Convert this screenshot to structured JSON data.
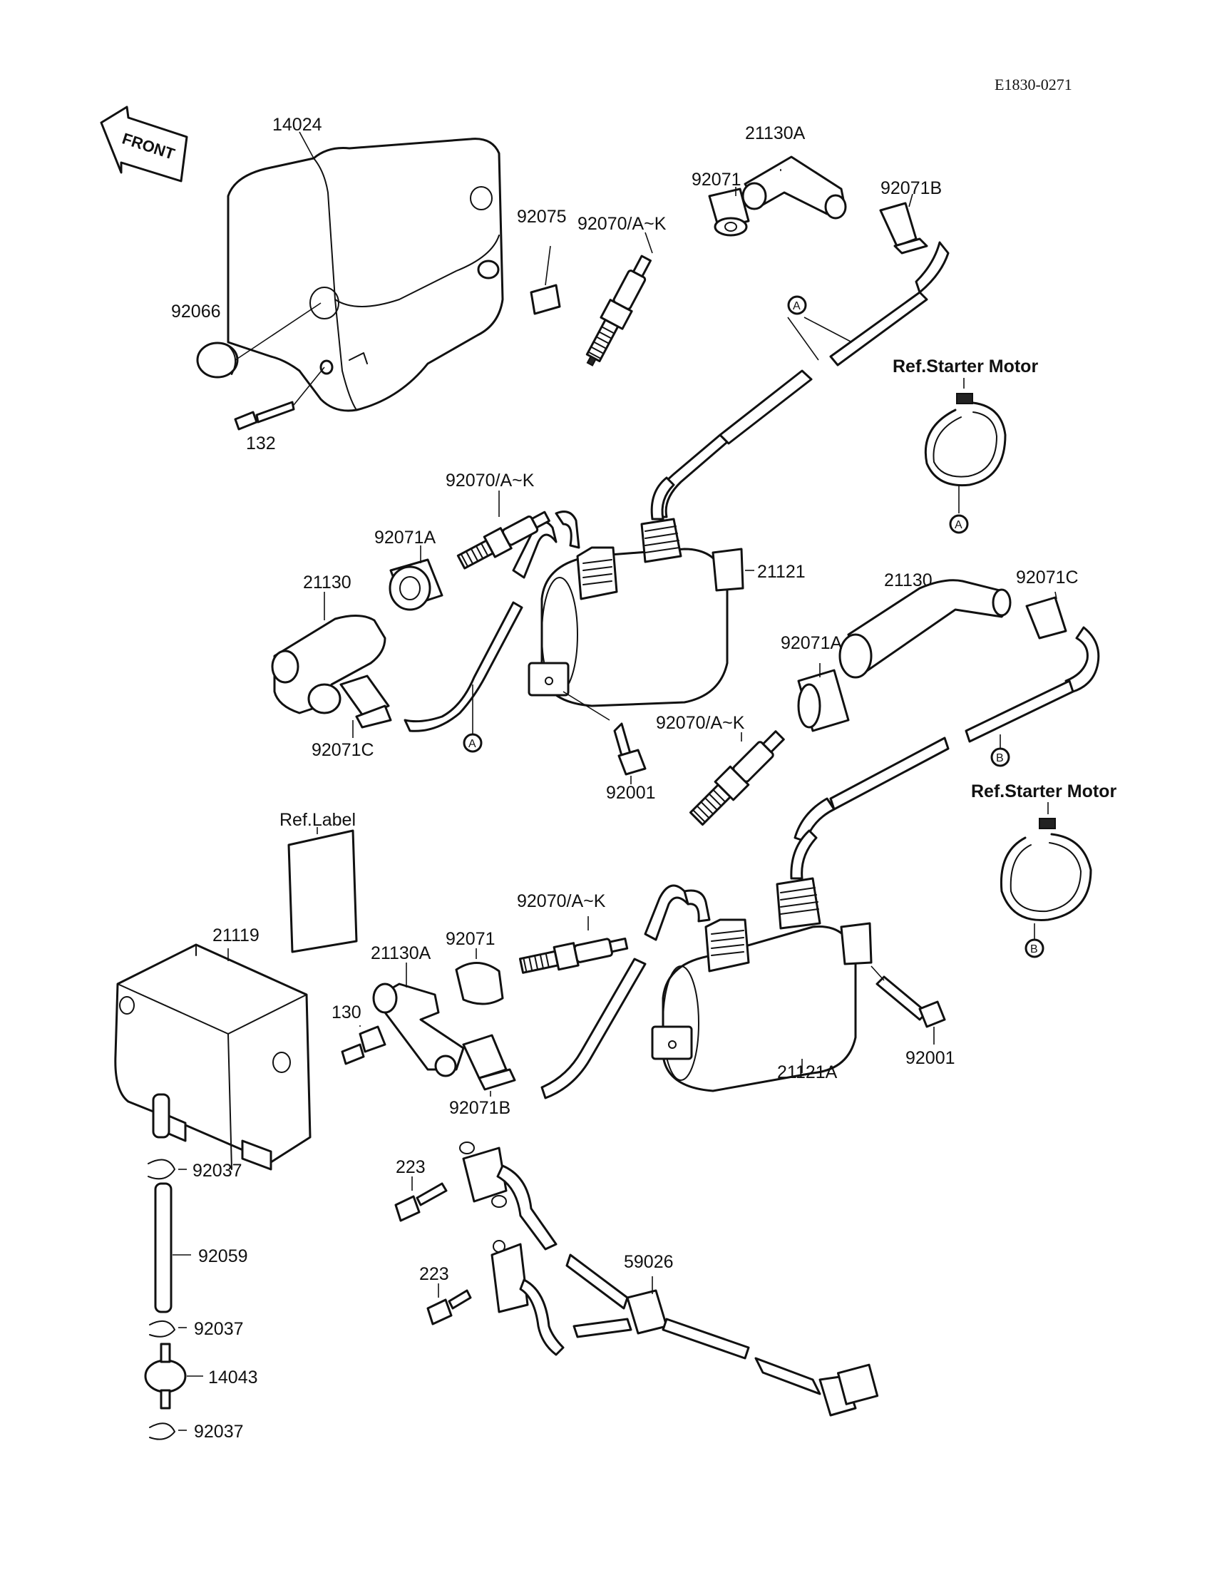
{
  "drawing_code": "E1830-0271",
  "front_label": "FRONT",
  "parts": [
    {
      "key": "p14024",
      "text": "14024"
    },
    {
      "key": "p92066",
      "text": "92066"
    },
    {
      "key": "p132",
      "text": "132"
    },
    {
      "key": "p92075",
      "text": "92075"
    },
    {
      "key": "p92070_1",
      "text": "92070/A~K"
    },
    {
      "key": "p92071_1",
      "text": "92071"
    },
    {
      "key": "p21130A_1",
      "text": "21130A"
    },
    {
      "key": "p92071B_1",
      "text": "92071B"
    },
    {
      "key": "pRefStarter1",
      "text": "Ref.Starter Motor"
    },
    {
      "key": "p92070_2",
      "text": "92070/A~K"
    },
    {
      "key": "p92071A_1",
      "text": "92071A"
    },
    {
      "key": "p21130_1",
      "text": "21130"
    },
    {
      "key": "p92071C_1",
      "text": "92071C"
    },
    {
      "key": "p21121",
      "text": "21121"
    },
    {
      "key": "p21130_2",
      "text": "21130"
    },
    {
      "key": "p92071C_2",
      "text": "92071C"
    },
    {
      "key": "p92071A_2",
      "text": "92071A"
    },
    {
      "key": "p92070_3",
      "text": "92070/A~K"
    },
    {
      "key": "p92001_1",
      "text": "92001"
    },
    {
      "key": "pRefStarter2",
      "text": "Ref.Starter Motor"
    },
    {
      "key": "pRefLabel",
      "text": "Ref.Label"
    },
    {
      "key": "p21119",
      "text": "21119"
    },
    {
      "key": "p92071_2",
      "text": "92071"
    },
    {
      "key": "p92070_4",
      "text": "92070/A~K"
    },
    {
      "key": "p21130A_2",
      "text": "21130A"
    },
    {
      "key": "p130",
      "text": "130"
    },
    {
      "key": "p92071B_2",
      "text": "92071B"
    },
    {
      "key": "p21121A",
      "text": "21121A"
    },
    {
      "key": "p92001_2",
      "text": "92001"
    },
    {
      "key": "p92037_1",
      "text": "92037"
    },
    {
      "key": "p92059",
      "text": "92059"
    },
    {
      "key": "p92037_2",
      "text": "92037"
    },
    {
      "key": "p14043",
      "text": "14043"
    },
    {
      "key": "p92037_3",
      "text": "92037"
    },
    {
      "key": "p223_1",
      "text": "223"
    },
    {
      "key": "p223_2",
      "text": "223"
    },
    {
      "key": "p59026",
      "text": "59026"
    }
  ],
  "callouts": {
    "a": "A",
    "b": "B"
  }
}
